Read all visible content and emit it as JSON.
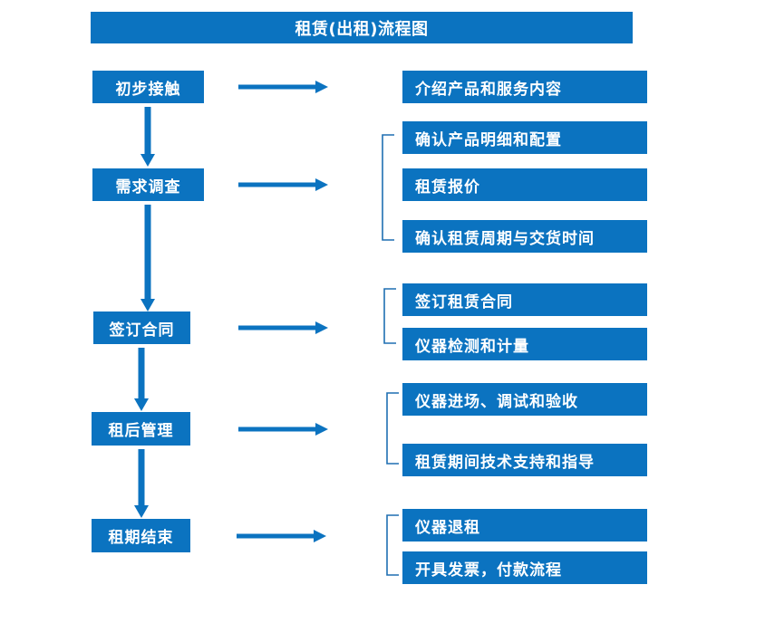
{
  "diagram": {
    "title": "租赁(出租)流程图",
    "accent_color": "#0b73c0",
    "text_color": "#ffffff",
    "background_color": "#ffffff",
    "stages": [
      {
        "label": "初步接触"
      },
      {
        "label": "需求调查"
      },
      {
        "label": "签订合同"
      },
      {
        "label": "租后管理"
      },
      {
        "label": "租期结束"
      }
    ],
    "details": [
      {
        "label": "介绍产品和服务内容"
      },
      {
        "label": "确认产品明细和配置"
      },
      {
        "label": "租赁报价"
      },
      {
        "label": "确认租赁周期与交货时间"
      },
      {
        "label": "签订租赁合同"
      },
      {
        "label": "仪器检测和计量"
      },
      {
        "label": "仪器进场、调试和验收"
      },
      {
        "label": "租赁期间技术支持和指导"
      },
      {
        "label": "仪器退租"
      },
      {
        "label": "开具发票，付款流程"
      }
    ],
    "groups": [
      {
        "stage": "需求调查",
        "members": [
          "确认产品明细和配置",
          "租赁报价",
          "确认租赁周期与交货时间"
        ]
      },
      {
        "stage": "签订合同",
        "members": [
          "签订租赁合同",
          "仪器检测和计量"
        ]
      },
      {
        "stage": "租后管理",
        "members": [
          "仪器进场、调试和验收",
          "租赁期间技术支持和指导"
        ]
      },
      {
        "stage": "租期结束",
        "members": [
          "仪器退租",
          "开具发票，付款流程"
        ]
      }
    ],
    "flow_sequence": [
      "初步接触",
      "需求调查",
      "签订合同",
      "租后管理",
      "租期结束"
    ]
  }
}
